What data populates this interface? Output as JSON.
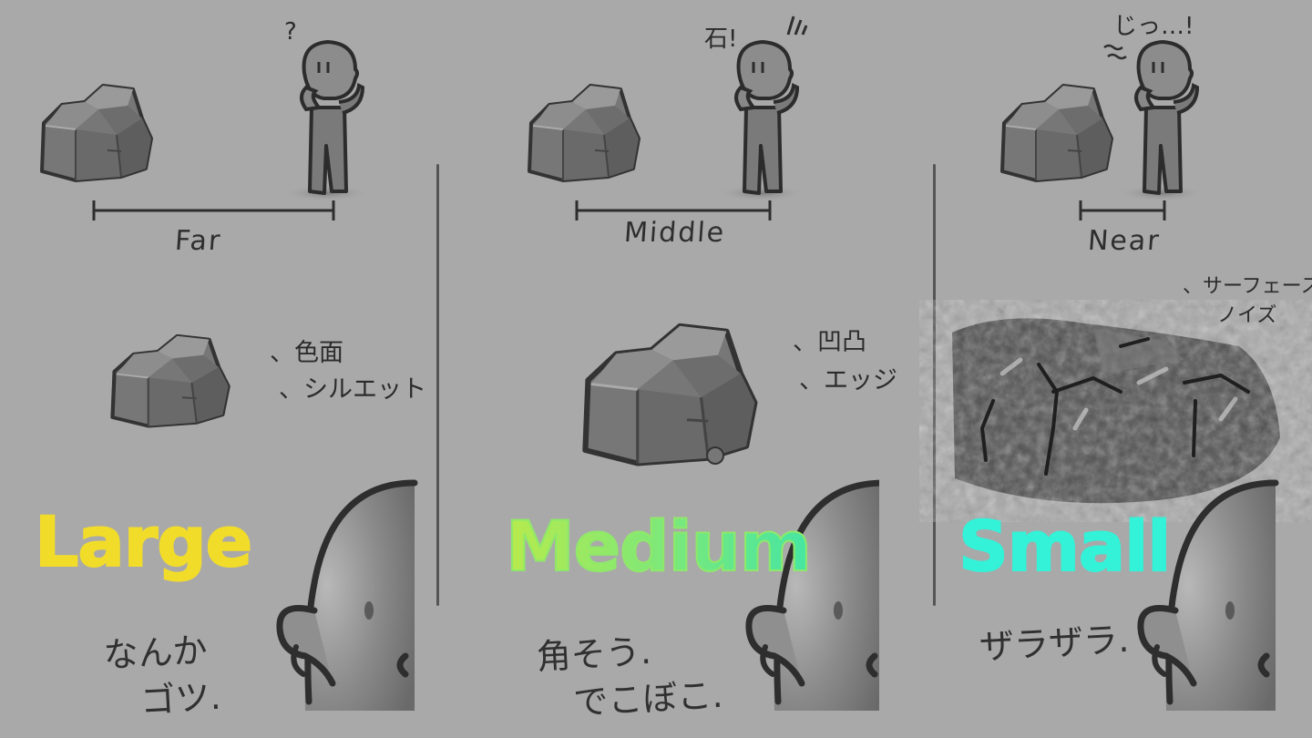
{
  "colors": {
    "background": "#a9a9a9",
    "large": "#f2dc2a",
    "medium_start": "#b7ea4c",
    "medium_end": "#46e6a3",
    "small": "#33f2d8",
    "ink": "#2e2e2e"
  },
  "panels": [
    {
      "id": "far",
      "distance_label": "Far",
      "scale_label": "Large",
      "bubble": "?",
      "notes": [
        "、色面",
        "、シルエット"
      ],
      "comment": "なんか\n　ゴツ."
    },
    {
      "id": "middle",
      "distance_label": "Middle",
      "scale_label": "Medium",
      "bubble": "石!",
      "notes": [
        "、凹凸",
        "、エッジ"
      ],
      "comment": "角そう.\n　でこぼこ."
    },
    {
      "id": "near",
      "distance_label": "Near",
      "scale_label": "Small",
      "bubble": "じっ…!",
      "notes": [
        "、サーフェース",
        "　ノイズ"
      ],
      "comment": "ザラザラ."
    }
  ],
  "icons": [
    "rock-icon",
    "character-icon",
    "character-head-icon",
    "distance-bar-icon",
    "rock-texture-closeup"
  ]
}
